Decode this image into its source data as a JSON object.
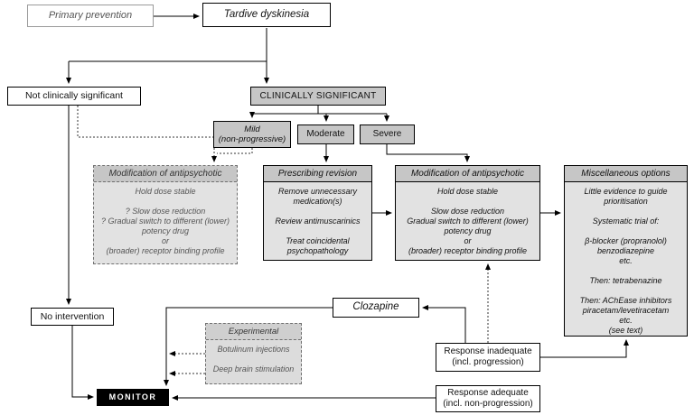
{
  "colors": {
    "box_gray": "#c6c6c6",
    "panel_body_gray": "#e2e2e2",
    "monitor_bg": "#000000",
    "line_color": "#000000"
  },
  "nodes": {
    "primary_prevention": {
      "label": "Primary prevention"
    },
    "tardive_dyskinesia": {
      "label": "Tardive dyskinesia"
    },
    "not_clinically_significant": {
      "label": "Not clinically significant"
    },
    "clinically_significant": {
      "label": "CLINICALLY SIGNIFICANT"
    },
    "mild": {
      "label": "Mild\n(non-progressive)"
    },
    "moderate": {
      "label": "Moderate"
    },
    "severe": {
      "label": "Severe"
    },
    "modification_tentative": {
      "title": "Modification of antipsychotic",
      "body": "Hold dose stable\n\n? Slow dose reduction\n? Gradual switch to different (lower)\npotency drug\nor\n(broader) receptor binding profile"
    },
    "prescribing_revision": {
      "title": "Prescribing revision",
      "body": "Remove unnecessary\nmedication(s)\n\nReview antimuscarinics\n\nTreat coincidental\npsychopathology"
    },
    "modification": {
      "title": "Modification of antipsychotic",
      "body": "Hold dose stable\n\nSlow dose reduction\nGradual switch to different (lower)\npotency drug\nor\n(broader) receptor binding profile"
    },
    "miscellaneous": {
      "title": "Miscellaneous options",
      "body": "Little evidence to guide\nprioritisation\n\nSystematic trial of:\n\nβ-blocker (propranolol)\nbenzodiazepine\netc.\n\nThen: tetrabenazine\n\nThen: AChEase inhibitors\npiracetam/levetiracetam\netc.\n(see text)"
    },
    "no_intervention": {
      "label": "No intervention"
    },
    "clozapine": {
      "label": "Clozapine"
    },
    "experimental": {
      "title": "Experimental",
      "body": "Botulinum injections\n\nDeep brain stimulation"
    },
    "response_inadequate": {
      "label": "Response inadequate\n(incl. progression)"
    },
    "response_adequate": {
      "label": "Response adequate\n(incl. non-progression)"
    },
    "monitor": {
      "label": "MONITOR"
    }
  },
  "edges": [
    {
      "from": "primary_prevention",
      "to": "tardive_dyskinesia",
      "style": "solid"
    },
    {
      "from": "tardive_dyskinesia",
      "to": "not_clinically_significant",
      "style": "solid"
    },
    {
      "from": "tardive_dyskinesia",
      "to": "clinically_significant",
      "style": "solid"
    },
    {
      "from": "clinically_significant",
      "to": "mild",
      "style": "solid"
    },
    {
      "from": "clinically_significant",
      "to": "moderate",
      "style": "solid"
    },
    {
      "from": "clinically_significant",
      "to": "severe",
      "style": "solid"
    },
    {
      "from": "not_clinically_significant",
      "to": "modification_tentative",
      "style": "dotted"
    },
    {
      "from": "mild",
      "to": "modification_tentative",
      "style": "dotted"
    },
    {
      "from": "moderate",
      "to": "prescribing_revision",
      "style": "solid"
    },
    {
      "from": "severe",
      "to": "modification",
      "style": "solid"
    },
    {
      "from": "prescribing_revision",
      "to": "modification",
      "style": "solid"
    },
    {
      "from": "modification",
      "to": "miscellaneous",
      "style": "solid"
    },
    {
      "from": "not_clinically_significant",
      "to": "no_intervention",
      "style": "solid"
    },
    {
      "from": "no_intervention",
      "to": "monitor",
      "style": "solid"
    },
    {
      "from": "clozapine",
      "to": "monitor",
      "style": "solid"
    },
    {
      "from": "response_inadequate",
      "to": "clozapine",
      "style": "solid"
    },
    {
      "from": "response_inadequate",
      "to": "modification",
      "style": "dotted"
    },
    {
      "from": "response_inadequate",
      "to": "miscellaneous",
      "style": "solid"
    },
    {
      "from": "response_adequate",
      "to": "monitor",
      "style": "solid"
    },
    {
      "from": "experimental",
      "to": "monitor",
      "style": "dotted"
    }
  ]
}
